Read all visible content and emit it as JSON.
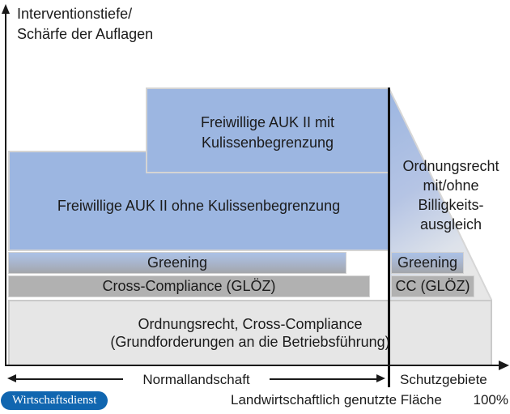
{
  "title": {
    "line1": "Interventionstiefe/",
    "line2": "Schärfe der Auflagen"
  },
  "layers": {
    "auk_mit_line1": "Freiwillige AUK II mit",
    "auk_mit_line2": "Kulissenbegrenzung",
    "auk_ohne": "Freiwillige AUK II ohne Kulissenbegrenzung",
    "greening": "Greening",
    "cross_compliance": "Cross-Compliance (GLÖZ)",
    "base_line1": "Ordnungsrecht, Cross-Compliance",
    "base_line2": "(Grundforderungen an die Betriebsführung)"
  },
  "right_column": {
    "ordnungsrecht_line1": "Ordnungsrecht",
    "ordnungsrecht_line2": "mit/ohne",
    "ordnungsrecht_line3": "Billigkeits-",
    "ordnungsrecht_line4": "ausgleich",
    "greening": "Greening",
    "cc": "CC (GLÖZ)"
  },
  "x_axis": {
    "left_zone": "Normallandschaft",
    "right_zone": "Schutzgebiete",
    "caption": "Landwirtschaftlich genutzte Fläche",
    "caption_value": "100%"
  },
  "branding": {
    "publisher": "Wirtschaftsdienst"
  },
  "colors": {
    "box_blue": "#9cb6e1",
    "bar_gray": "#b1b1b1",
    "base_gray": "#e6e6e6",
    "brand_blue": "#1066b0",
    "line_black": "#1a1a1a"
  }
}
